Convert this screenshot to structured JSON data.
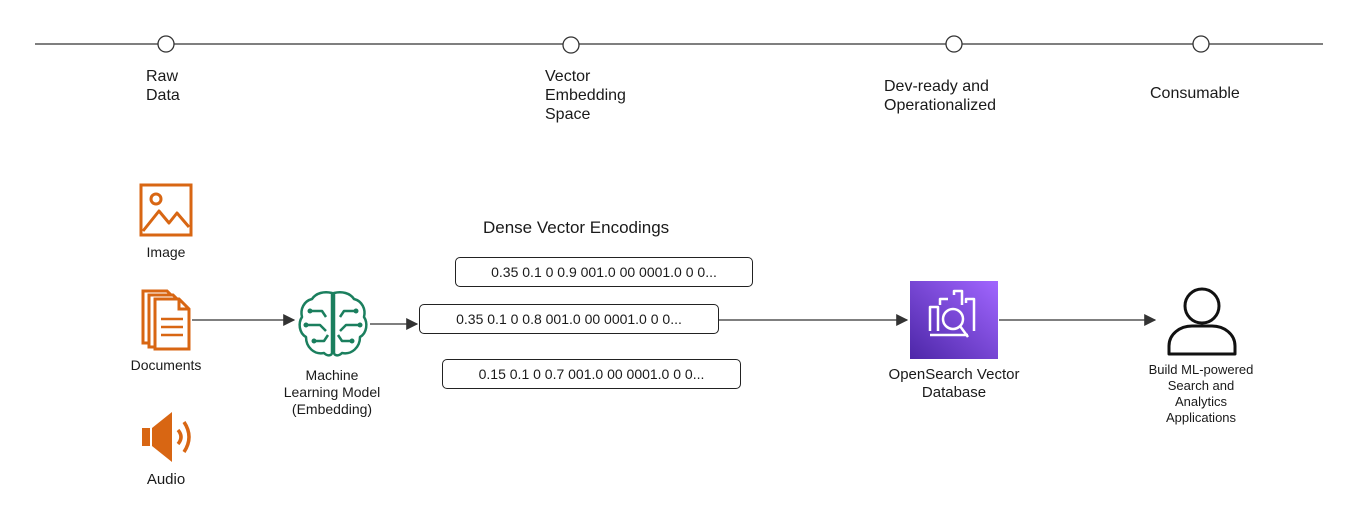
{
  "timeline": {
    "stages": [
      {
        "label": "Raw\nData"
      },
      {
        "label": "Vector\nEmbedding\nSpace"
      },
      {
        "label": "Dev-ready and\nOperationalized"
      },
      {
        "label": "Consumable"
      }
    ]
  },
  "inputs": {
    "image": {
      "label": "Image",
      "icon": "image-icon"
    },
    "documents": {
      "label": "Documents",
      "icon": "documents-icon"
    },
    "audio": {
      "label": "Audio",
      "icon": "speaker-icon"
    }
  },
  "model": {
    "label": "Machine\nLearning Model\n(Embedding)",
    "icon": "brain-circuit-icon"
  },
  "encodings": {
    "title": "Dense Vector Encodings",
    "vectors": [
      "0.35 0.1 0 0.9 001.0 00 0001.0 0 0...",
      "0.35 0.1 0 0.8 001.0 00 0001.0 0 0...",
      "0.15 0.1 0 0.7 001.0 00 0001.0 0 0..."
    ]
  },
  "database": {
    "label": "OpenSearch Vector\nDatabase",
    "icon": "opensearch-icon"
  },
  "consumer": {
    "label": "Build ML-powered\nSearch and\nAnalytics\nApplications",
    "icon": "user-icon"
  },
  "colors": {
    "orange": "#D86613",
    "green": "#1B7F5E",
    "purple": "#7B3FE4",
    "line": "#333333"
  }
}
